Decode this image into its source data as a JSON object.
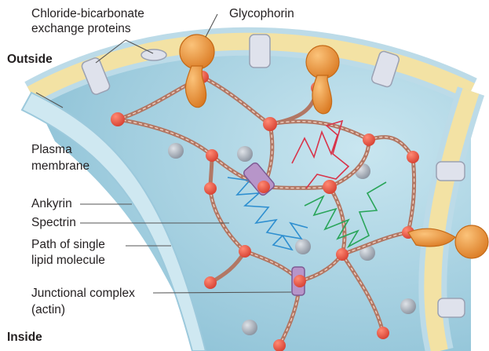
{
  "labels": {
    "exchange_line1": "Chloride-bicarbonate",
    "exchange_line2": "exchange proteins",
    "glycophorin": "Glycophorin",
    "outside": "Outside",
    "plasma_line1": "Plasma",
    "plasma_line2": "membrane",
    "ankyrin": "Ankyrin",
    "spectrin": "Spectrin",
    "path_line1": "Path of single",
    "path_line2": "lipid molecule",
    "junctional_line1": "Junctional complex",
    "junctional_line2": "(actin)",
    "inside": "Inside"
  },
  "colors": {
    "cytoplasm": "#a9d6e5",
    "membrane_lipid": "#f3e3a6",
    "membrane_edge": "#bfdde9",
    "exchange_protein": "#dfe2ec",
    "glycophorin": "#e58a2b",
    "spectrin": "#b27764",
    "ankyrin": "#b795c9",
    "junction_node": "#e9503f",
    "path_blue": "#2e8fd0",
    "path_red": "#d8344a",
    "path_green": "#2aa55a",
    "vesicle": "#9aa3af"
  }
}
